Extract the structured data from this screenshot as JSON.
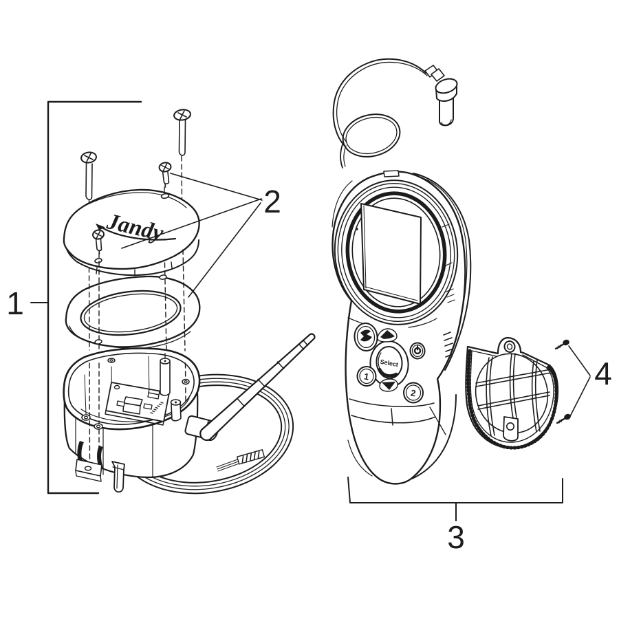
{
  "diagram": {
    "background": "#ffffff",
    "line_color": "#1c1c1c",
    "callouts": {
      "part1": {
        "label": "1"
      },
      "part2": {
        "label": "2"
      },
      "part3": {
        "label": "3"
      },
      "part4": {
        "label": "4"
      }
    },
    "cover": {
      "logo": "Jandy"
    },
    "remote": {
      "select_label": "Select",
      "button_one": "1",
      "button_two": "2"
    }
  }
}
